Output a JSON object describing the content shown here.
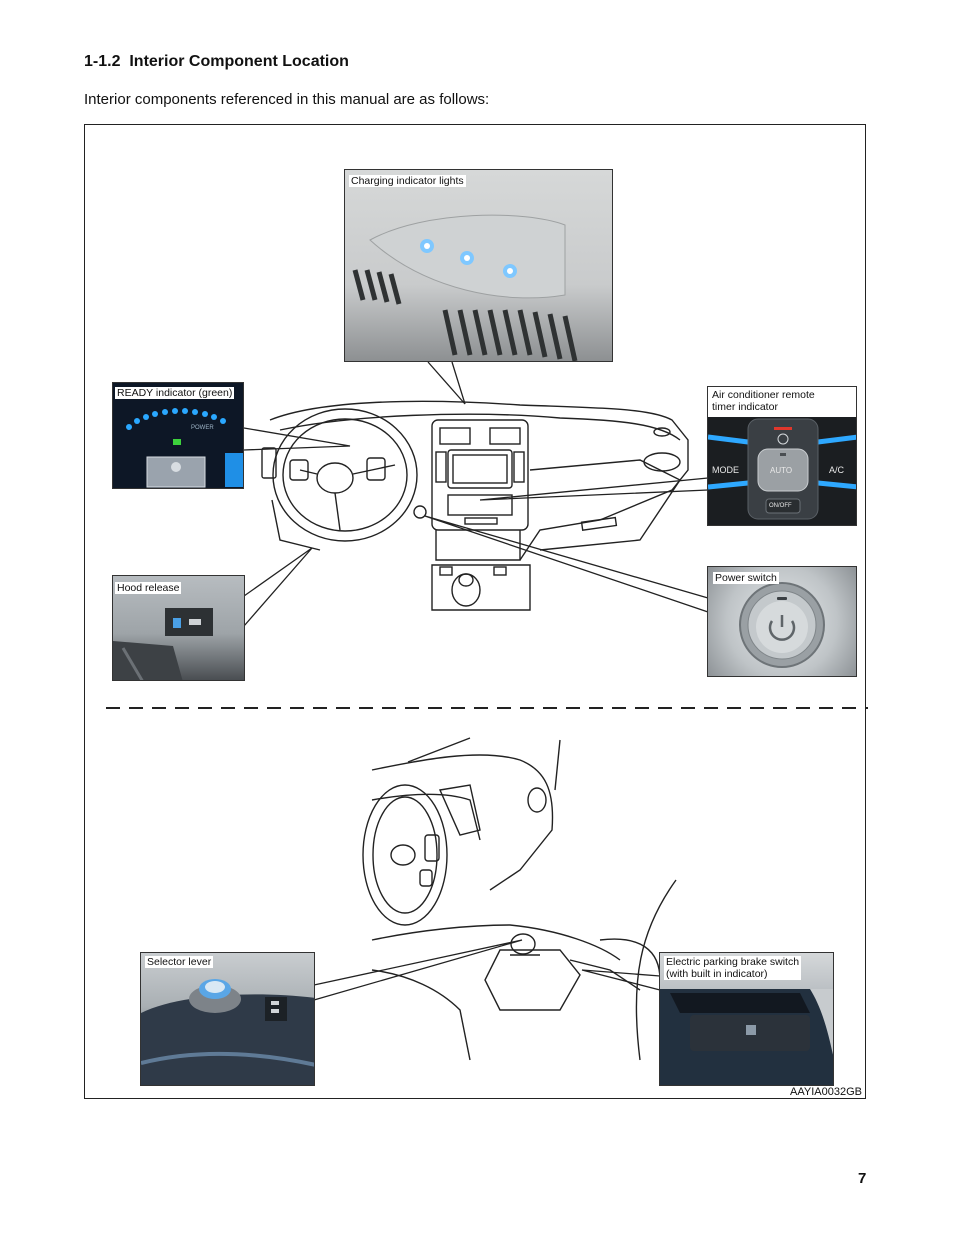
{
  "section": {
    "number": "1-1.2",
    "title": "Interior Component Location"
  },
  "intro": "Interior components referenced in this manual are as follows:",
  "labels": {
    "charging": "Charging indicator lights",
    "ready": "READY indicator (green)",
    "ac_timer": "Air conditioner remote\ntimer indicator",
    "hood": "Hood release",
    "power": "Power switch",
    "selector": "Selector lever",
    "parking_brake": "Electric parking brake switch\n(with built in indicator)"
  },
  "panel_text": {
    "mode": "MODE",
    "auto": "AUTO",
    "ac": "A/C",
    "onoff": "ON/OFF",
    "power_word": "POWER"
  },
  "figure_code": "AAYIA0032GB",
  "page_number": "7"
}
